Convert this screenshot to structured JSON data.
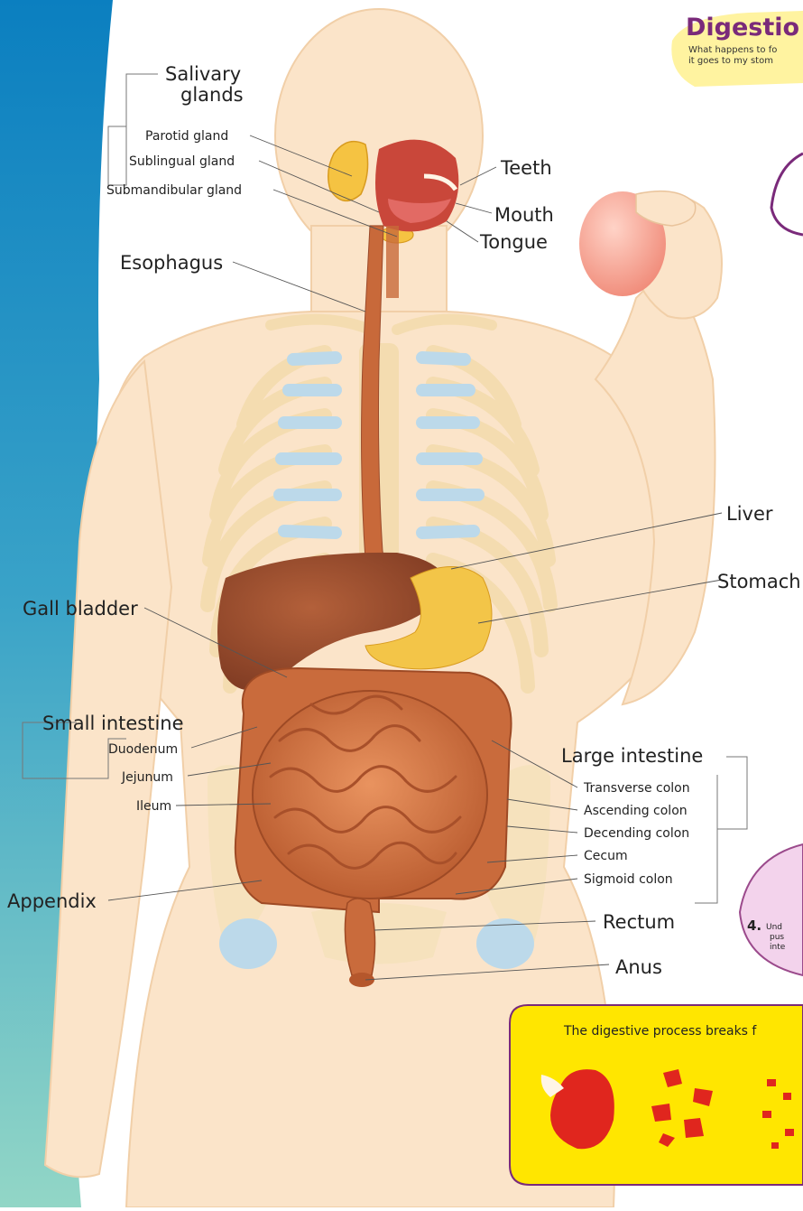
{
  "header": {
    "title": "Digestio",
    "subtitle_line1": "What happens to fo",
    "subtitle_line2": "it goes to my stom"
  },
  "groups": {
    "salivary_glands_line1": "Salivary",
    "salivary_glands_line2": "glands",
    "small_intestine": "Small intestine",
    "large_intestine": "Large intestine"
  },
  "labels": {
    "parotid_gland": "Parotid gland",
    "sublingual_gland": "Sublingual gland",
    "submandibular_gland": "Submandibular gland",
    "teeth": "Teeth",
    "mouth": "Mouth",
    "tongue": "Tongue",
    "esophagus": "Esophagus",
    "liver": "Liver",
    "stomach": "Stomach",
    "gall_bladder": "Gall bladder",
    "duodenum": "Duodenum",
    "jejunum": "Jejunum",
    "ileum": "Ileum",
    "transverse_colon": "Transverse colon",
    "ascending_colon": "Ascending colon",
    "decending_colon": "Decending colon",
    "cecum": "Cecum",
    "sigmoid_colon": "Sigmoid colon",
    "appendix": "Appendix",
    "rectum": "Rectum",
    "anus": "Anus"
  },
  "step4": {
    "number": "4.",
    "line1": "Und",
    "line2": "pus",
    "line3": "inte"
  },
  "process_box": {
    "text": "The digestive process breaks f"
  },
  "colors": {
    "sidebar_top": "#0b7fc0",
    "sidebar_bottom": "#8fd3c6",
    "skin": "#fbe4c9",
    "skin_outline": "#f1cfa8",
    "rib": "#f4dcb0",
    "cartilage": "#bcd9ea",
    "liver": "#9b4a2b",
    "stomach": "#f3c548",
    "intestine": "#d2703f",
    "esophagus": "#c8693a",
    "title": "#7a2a7a",
    "step_bubble": "#f3d3ec",
    "process_box": "#ffe600",
    "apple": "#e0261e"
  }
}
